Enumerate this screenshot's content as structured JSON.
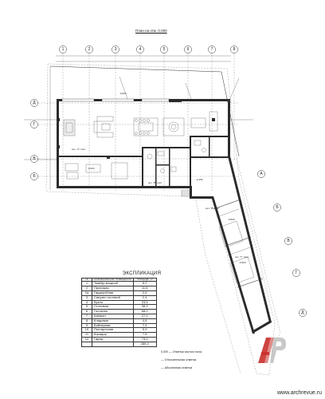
{
  "title": "План на отм. 0.000",
  "axes_top": [
    "1",
    "2",
    "3",
    "4",
    "5",
    "6",
    "7",
    "8"
  ],
  "axes_left": [
    "Д",
    "Г",
    "В",
    "Б"
  ],
  "axes_right": [
    "А",
    "Б",
    "В",
    "Г",
    "Д"
  ],
  "legend": {
    "title": "ЭКСПЛИКАЦИЯ",
    "headers": [
      "№",
      "НАИМЕНОВАНИЕ ПОМЕЩЕНИЯ",
      "ПЛОЩАДЬ, м²"
    ],
    "rows": [
      {
        "n": "1",
        "name": "Тамбур входной",
        "area": "6,2"
      },
      {
        "n": "2",
        "name": "Прихожая",
        "area": "11,6"
      },
      {
        "n": "2а",
        "name": "Гардеробная",
        "area": "2,6"
      },
      {
        "n": "3",
        "name": "Санузел гостевой",
        "area": "2,4"
      },
      {
        "n": "4",
        "name": "Кухня",
        "area": "23,5"
      },
      {
        "n": "5",
        "name": "Столовая",
        "area": "38,9"
      },
      {
        "n": "6",
        "name": "Гостиная",
        "area": "68,0"
      },
      {
        "n": "7",
        "name": "Кабинет",
        "area": "27,4"
      },
      {
        "n": "8",
        "name": "Кладовая",
        "area": "4,6"
      },
      {
        "n": "9",
        "name": "Бойлерная",
        "area": "7,4"
      },
      {
        "n": "10",
        "name": "Постирочная",
        "area": "5,9"
      },
      {
        "n": "11",
        "name": "Коридор",
        "area": "7,8"
      },
      {
        "n": "12",
        "name": "Гараж",
        "area": "73,0"
      },
      {
        "n": "",
        "name": "",
        "area": "285,4"
      }
    ]
  },
  "marks": [
    {
      "code": "0,000",
      "label": "Отметка чистого пола"
    },
    {
      "code": "",
      "label": "Относительная отметка"
    },
    {
      "code": "",
      "label": "Абсолютная отметка"
    }
  ],
  "levels": [
    "-0,020",
    "-0,020",
    "-0,150",
    "-0,500",
    "-0,500"
  ],
  "sections": [
    "сеч. \"А\" лист",
    "сеч. \"Б\" лист",
    "сеч. \"В\" лист",
    "сеч. \"Г\" лист"
  ],
  "site": "www.archrevue.ru",
  "brand": "AP",
  "colors": {
    "walls": "#2b2b2b",
    "watermark_a": "#c9302c",
    "watermark_p": "#c8c8c8"
  }
}
